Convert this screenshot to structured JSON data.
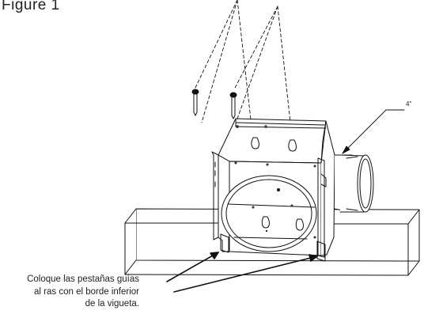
{
  "figure": {
    "title_word": "Figure",
    "title_number": "1"
  },
  "duct_size_label": "4\"",
  "callout": {
    "lines": [
      "Coloque las pestañas guías",
      "al ras con el borde inferior",
      "de la vigueta."
    ]
  }
}
